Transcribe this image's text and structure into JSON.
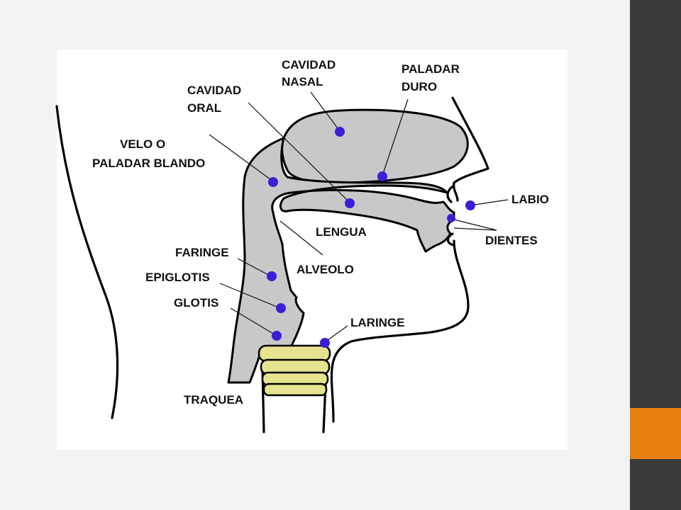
{
  "colors": {
    "background": "#f2f2f2",
    "panel": "#ffffff",
    "sidebar": "#3b3b3b",
    "accent": "#e8800f",
    "tract_fill": "#c8c8c8",
    "trachea_fill": "#e6e28f",
    "dot": "#3a1fd6"
  },
  "labels": {
    "cavidad_nasal": [
      "CAVIDAD",
      "NASAL"
    ],
    "paladar_duro": [
      "PALADAR",
      "DURO"
    ],
    "cavidad_oral": [
      "CAVIDAD",
      "ORAL"
    ],
    "velo": [
      "VELO O",
      "PALADAR BLANDO"
    ],
    "labio": "LABIO",
    "lengua": "LENGUA",
    "dientes": "DIENTES",
    "faringe": "FARINGE",
    "alveolo": "ALVEOLO",
    "epiglotis": "EPIGLOTIS",
    "glotis": "GLOTIS",
    "laringe": "LARINGE",
    "traquea": "TRAQUEA"
  }
}
